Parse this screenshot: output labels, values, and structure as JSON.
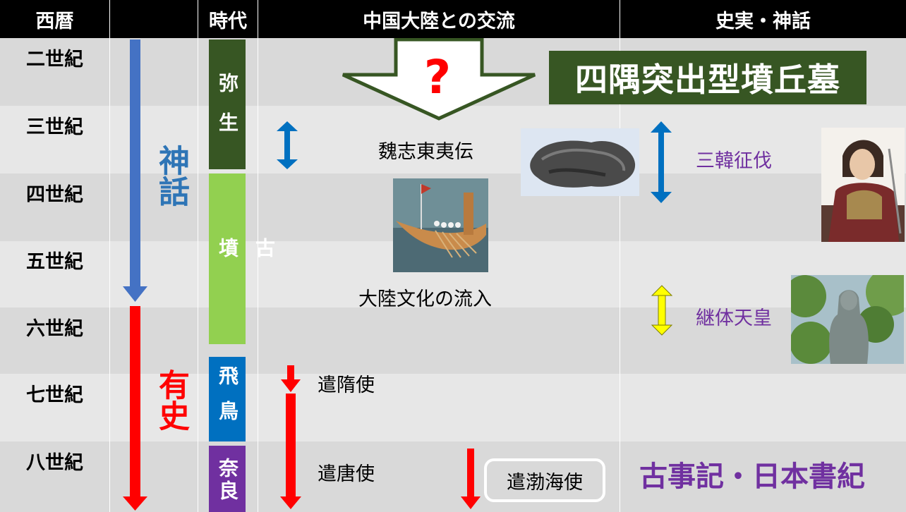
{
  "headers": {
    "year": "西暦",
    "era": "時代",
    "exchange": "中国大陸との交流",
    "history": "史実・神話"
  },
  "centuries": [
    "二世紀",
    "三世紀",
    "四世紀",
    "五世紀",
    "六世紀",
    "七世紀",
    "八世紀"
  ],
  "period_labels": {
    "myth": "神話",
    "history": "有史"
  },
  "eras": {
    "yayoi": "弥生",
    "kofun": "古墳",
    "asuka": "飛鳥",
    "nara": "奈良"
  },
  "question_mark": "?",
  "title": "四隅突出型墳丘墓",
  "exchange_items": {
    "wei": "魏志東夷伝",
    "influx": "大陸文化の流入",
    "sui": "遣隋使",
    "tang": "遣唐使",
    "bohai": "遣渤海使"
  },
  "history_items": {
    "sankan": "三韓征伐",
    "keitai": "継体天皇",
    "kojiki": "古事記・日本書紀"
  },
  "colors": {
    "header_bg": "#000000",
    "row_dark": "#d9d9d9",
    "row_light": "#e7e7e7",
    "yayoi": "#375623",
    "kofun": "#92d050",
    "asuka": "#0070c0",
    "nara": "#7030a0",
    "arrow_blue": "#4472c4",
    "arrow_red": "#ff0000",
    "arrow_yellow": "#ffff00",
    "text_purple": "#7030a0",
    "myth_blue": "#2e75b6"
  }
}
